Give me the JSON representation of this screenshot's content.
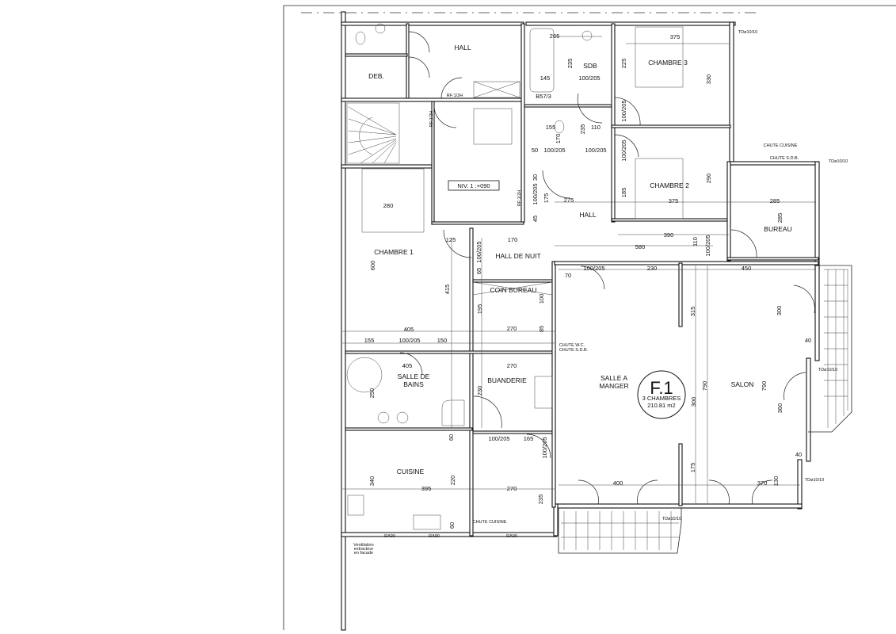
{
  "rooms": {
    "hall_top": "HALL",
    "deb": "DEB.",
    "sdb": "SDB",
    "chambre3": "CHAMBRE 3",
    "chambre2": "CHAMBRE 2",
    "hall_mid": "HALL",
    "bureau": "BUREAU",
    "chambre1": "CHAMBRE 1",
    "hall_nuit": "HALL DE NUIT",
    "coin_bureau": "COIN BUREAU",
    "salle_bains_1": "SALLE DE",
    "salle_bains_2": "BAINS",
    "buanderie": "BUANDERIE",
    "cuisine": "CUISINE",
    "salle_manger_1": "SALLE A",
    "salle_manger_2": "MANGER",
    "salon": "SALON"
  },
  "unit_tag": {
    "code": "F.1",
    "rooms": "3 CHAMBRES",
    "area": "210.81 m2"
  },
  "level_tag": "NIV. 1  :+090",
  "annotations": {
    "chute_cuisine_top": "CHUTE CUISINE",
    "chute_sdb_top": "CHUTE S.D.B.",
    "td_1": "TDø10/10",
    "td_2": "TDø10/10",
    "td_3": "TDø10/10",
    "td_4": "TDø10/10",
    "td_5": "TDø10/10",
    "chute_wc": "CHUTE W.C.",
    "chute_sdb_mid": "CHUTE S.D.B.",
    "chute_cuisine_bottom": "CHUTE CUISINE",
    "rf_1": "RF:1/2H",
    "rf_2": "RF:1/2H",
    "rf_3": "RF:1/2H",
    "b57": "B57/3",
    "ra_1": "RA90",
    "ra_2": "RA90",
    "ra_3": "RA90",
    "vent_1": "Ventilation",
    "vent_2": "extracteur",
    "vent_3": "en facade"
  },
  "dims": [
    "265",
    "235",
    "145",
    "100/205",
    "375",
    "225",
    "330",
    "155",
    "235",
    "110",
    "100/205",
    "100/205",
    "170",
    "50",
    "100/205",
    "100/205",
    "30",
    "100/205",
    "175",
    "45",
    "275",
    "185",
    "375",
    "290",
    "285",
    "285",
    "390",
    "580",
    "110",
    "100/205",
    "280",
    "125",
    "170",
    "100/205",
    "600",
    "415",
    "195",
    "100",
    "65",
    "70",
    "100/205",
    "230",
    "450",
    "315",
    "300",
    "405",
    "270",
    "85",
    "155",
    "100/205",
    "150",
    "405",
    "270",
    "250",
    "230",
    "790",
    "790",
    "300",
    "360",
    "40",
    "40",
    "100/205",
    "165",
    "100/205",
    "340",
    "395",
    "220",
    "270",
    "235",
    "60",
    "60",
    "400",
    "370",
    "175",
    "130"
  ]
}
